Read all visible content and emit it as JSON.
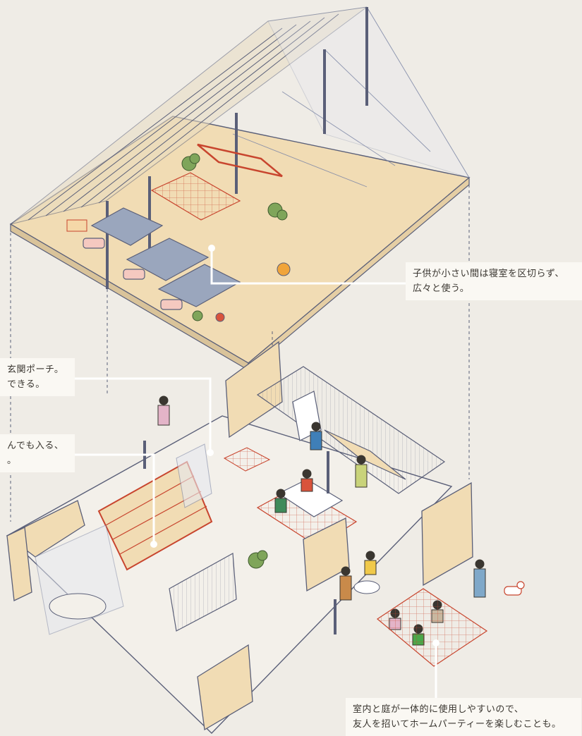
{
  "callouts": {
    "attic": {
      "line1": "子供が小さい間は寝室を区切らず、",
      "line2": "広々と使う。"
    },
    "porch": {
      "line1": "玄関ポーチ。",
      "line2": "できる。"
    },
    "storage": {
      "line1": "んでも入る、",
      "line2": "。"
    },
    "garden": {
      "line1": "室内と庭が一体的に使用しやすいので、",
      "line2": "友人を招いてホームパーティーを楽しむことも。"
    }
  },
  "colors": {
    "background": "#efece6",
    "floor": "#f1dcb4",
    "outline": "#5a5f78",
    "accent_red": "#c8452e",
    "futon": "#9aa6bd",
    "callout_bg": "#faf8f3",
    "leader": "#ffffff"
  }
}
